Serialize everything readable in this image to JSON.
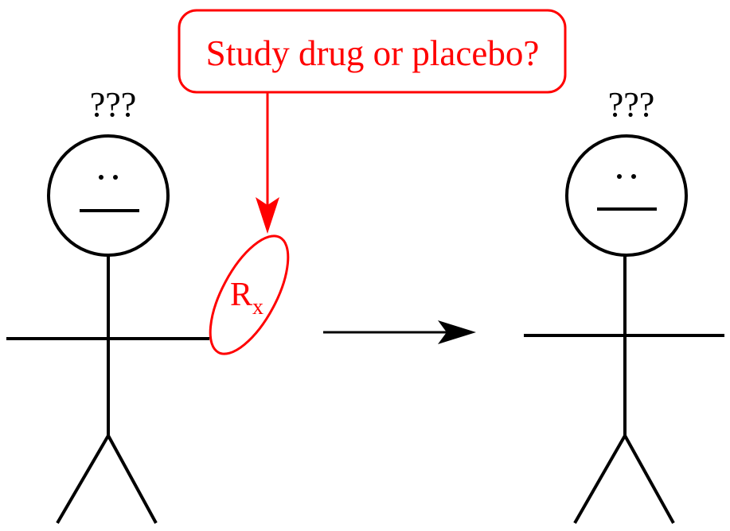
{
  "callout": {
    "text": "Study drug or placebo?"
  },
  "pill": {
    "label_main": "R",
    "label_sub": "x"
  },
  "left_person": {
    "thought": "???"
  },
  "right_person": {
    "thought": "???"
  },
  "colors": {
    "accent": "#ff0000",
    "ink": "#000000",
    "background": "#ffffff"
  }
}
